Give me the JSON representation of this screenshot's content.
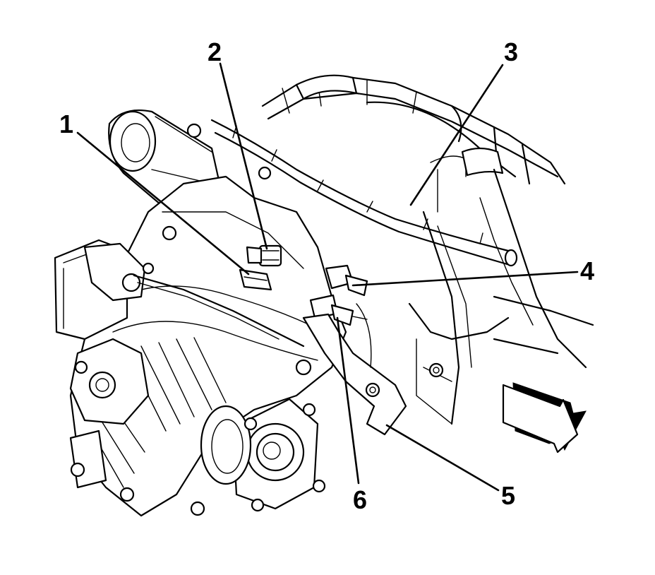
{
  "diagram": {
    "subject_icons": {
      "assembly": "transfer-case-assembly-drawing",
      "direction": "front-direction-arrow-icon"
    },
    "callouts": [
      {
        "id": "1",
        "label": "1"
      },
      {
        "id": "2",
        "label": "2"
      },
      {
        "id": "3",
        "label": "3"
      },
      {
        "id": "4",
        "label": "4"
      },
      {
        "id": "5",
        "label": "5"
      },
      {
        "id": "6",
        "label": "6"
      }
    ]
  }
}
